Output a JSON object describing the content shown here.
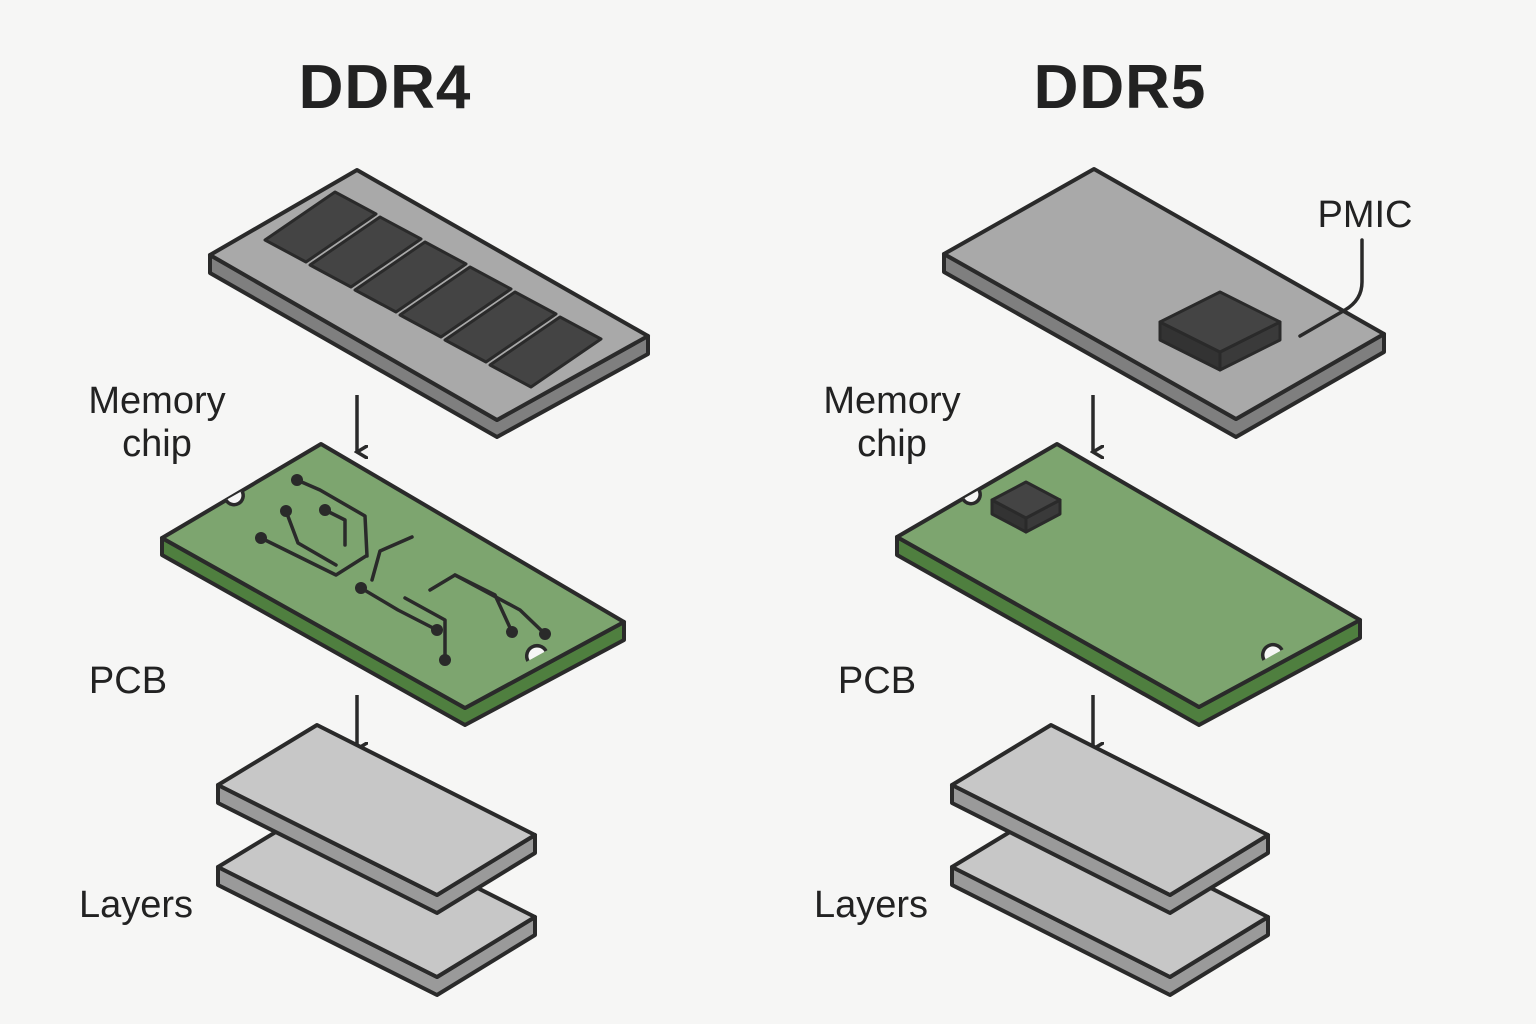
{
  "ddr4": {
    "title": "DDR4",
    "labels": {
      "memory_chip_line1": "Memory",
      "memory_chip_line2": "chip",
      "pcb": "PCB",
      "layers": "Layers"
    }
  },
  "ddr5": {
    "title": "DDR5",
    "labels": {
      "pmic": "PMIC",
      "memory_chip_line1": "Memory",
      "memory_chip_line2": "chip",
      "pcb": "PCB",
      "layers": "Layers"
    }
  },
  "colors": {
    "background": "#f6f6f5",
    "module_top": "#a9a9a9",
    "module_side": "#7f7f7f",
    "chip": "#444444",
    "pcb_top": "#7da56f",
    "pcb_side": "#4f7f3f",
    "layer_top": "#c7c7c7",
    "layer_side": "#9a9a9a",
    "outline": "#2a2a2a"
  }
}
